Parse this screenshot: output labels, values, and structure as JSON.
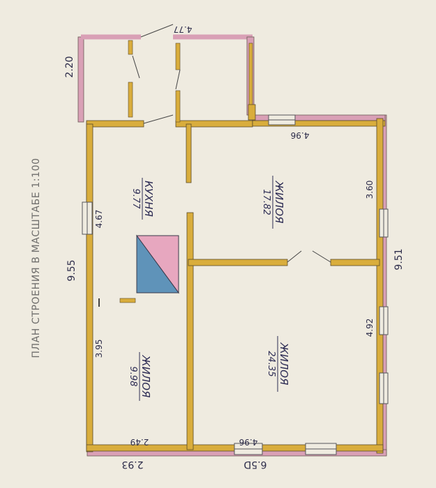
{
  "title": "ПЛАН СТРОЕНИЯ В МАСШТАБЕ 1:100",
  "rooms": {
    "kitchen": {
      "label": "КУХНЯ",
      "area": "9.77"
    },
    "living_top_right": {
      "label": "ЖИЛОЯ",
      "area": "17.82"
    },
    "living_bottom_left": {
      "label": "ЖИЛОЯ",
      "area": "9.98"
    },
    "living_bottom_right": {
      "label": "ЖИЛОЯ",
      "area": "24.35"
    }
  },
  "dimensions": {
    "porch_top": "4.77",
    "porch_side": "2.20",
    "left_total": "9.55",
    "kitchen_side": "4.67",
    "left_bottom_room": "3.95",
    "right_total": "9.51",
    "right_top_room": "3.60",
    "right_bottom_room": "4.92",
    "inner_top": "4.96",
    "bottom_left_inner": "2.49",
    "bottom_left_outer": "2.93",
    "bottom_right_inner": "4.96",
    "bottom_right_outer": "6.5D"
  },
  "colors": {
    "paper": "#efebe0",
    "wall_pink": "#d9a0b6",
    "wall_yellow": "#d9ad3c",
    "ink": "#2b2a4a",
    "stove_blue": "#5f93b9",
    "stove_pink": "#e7a7bf"
  }
}
